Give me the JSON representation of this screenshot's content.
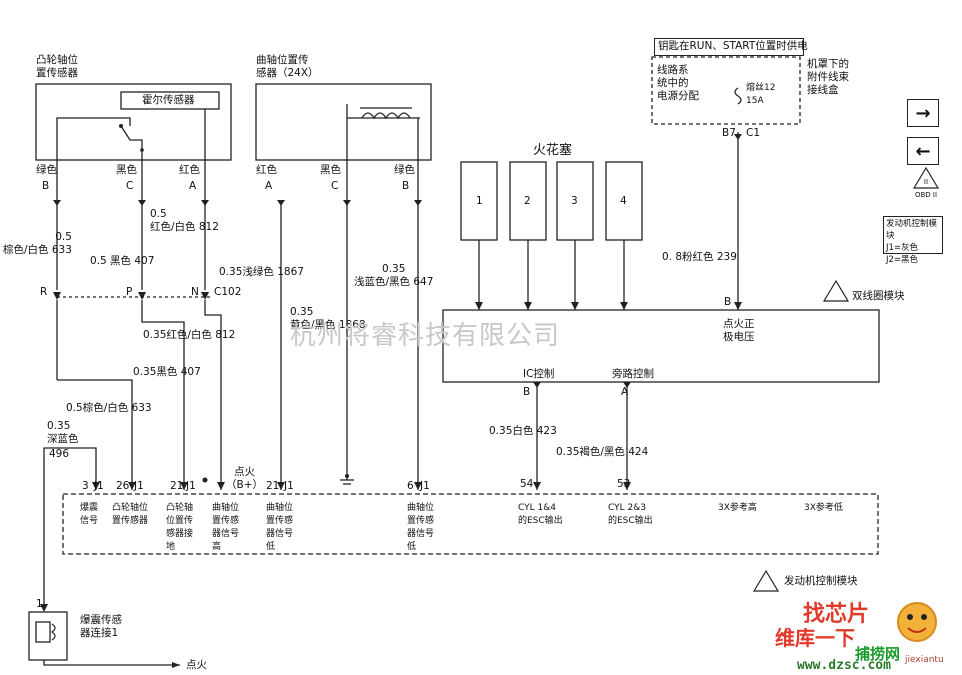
{
  "sensors": {
    "cam_title": "凸轮轴位\n置传感器",
    "hall_label": "霍尔传感器",
    "crank_title": "曲轴位置传\n感器（24X）"
  },
  "wires_left": {
    "cam_green": "绿色",
    "cam_black": "黑色",
    "cam_red": "红色",
    "pin_B": "B",
    "pin_C": "C",
    "pin_A": "A",
    "w633": "0.5\n棕色/白色 633",
    "w407": "0.5 黑色 407",
    "w812": "0.5\n红色/白色 812",
    "pR": "R",
    "pP": "P",
    "pN": "N",
    "c102": "C102",
    "w812b": "0.35红色/白色 812",
    "w407b": "0.35黑色 407",
    "w633b": "0.5棕色/白色 633",
    "w496": "0.35\n深蓝色",
    "n496": "496"
  },
  "wires_crank": {
    "red": "红色",
    "black": "黑色",
    "green": "绿色",
    "pin_A": "A",
    "pin_C": "C",
    "pin_B": "B",
    "w1867": "0.35浅绿色 1867",
    "w1868": "0.35\n黄色/黑色 1868",
    "w647": "0.35\n浅蓝色/黑色 647"
  },
  "ignition": {
    "spark_title": "火花塞",
    "coils": [
      "1",
      "2",
      "3",
      "4"
    ],
    "key_label": "钥匙在RUN、START位置时供电",
    "power_dist": "线路系\n统中的\n电源分配",
    "fuse": "熔丝12\n15A",
    "junction": "机罩下的\n附件线束\n接线盒",
    "b7": "B7",
    "c1": "C1",
    "w239": "0. 8粉红色  239",
    "pinB": "B",
    "module_name": "双线圈模块",
    "supply": "点火正\n极电压",
    "ic": "IC控制",
    "bypass": "旁路控制",
    "ic_pin": "B",
    "bp_pin": "A",
    "w423": "0.35白色 423",
    "w424": "0.35褐色/黑色 424"
  },
  "ecm": {
    "pins": [
      "3",
      "J1",
      "26",
      "J1",
      "21",
      "J1",
      "21",
      "J1",
      "6",
      "J1",
      "54",
      "53"
    ],
    "ign_label": "点火\n（B+）",
    "labels": [
      "爆震\n信号",
      "凸轮轴位\n置传感器",
      "凸轮轴\n位置传\n感器接\n地",
      "曲轴位\n置传感\n器信号\n高",
      "曲轴位\n置传感\n器信号\n低",
      "曲轴位\n置传感\n器信号\n低",
      "CYL 1&4\n的ESC输出",
      "CYL 2&3\n的ESC输出",
      "3X参考高",
      "3X参考低"
    ],
    "module_name": "发动机控制模块"
  },
  "knock": {
    "pin": "1",
    "label": "爆震传感\n器连接1",
    "ign": "点火"
  },
  "side": {
    "next_icon": "→",
    "prev_icon": "←",
    "obd": "II\nOBD II",
    "legend_title": "发动机控制模块",
    "legend_j1": "J1=灰色",
    "legend_j2": "J2=黑色"
  },
  "watermark": "杭州将睿科技有限公司",
  "logo": {
    "line1": "找芯片",
    "line2": "维库一下",
    "line3": "捕捞网",
    "url": "www.dzsc.com",
    "tag": "jiexiantu"
  }
}
